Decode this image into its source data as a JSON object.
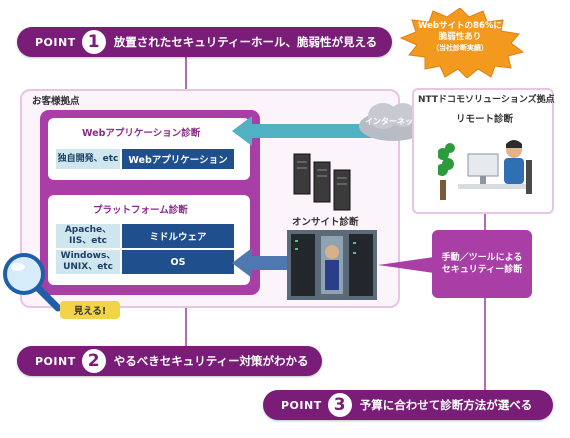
{
  "points": [
    {
      "label": "POINT",
      "number": "1",
      "text": "放置されたセキュリティーホール、脆弱性が見える"
    },
    {
      "label": "POINT",
      "number": "2",
      "text": "やるべきセキュリティー対策がわかる"
    },
    {
      "label": "POINT",
      "number": "3",
      "text": "予算に合わせて診断方法が選べる"
    }
  ],
  "badge": {
    "line1": "Webサイトの86%に",
    "line2": "脆弱性あり",
    "line3": "（当社診断実績）"
  },
  "client": {
    "title": "お客様拠点",
    "web_card": {
      "title": "Webアプリケーション診断",
      "left": "独自開発、etc",
      "right": "Webアプリケーション"
    },
    "platform_card": {
      "title": "プラットフォーム診断",
      "row1_left": "Apache、IIS、etc",
      "row1_right": "ミドルウェア",
      "row2_left": "Windows、UNIX、etc",
      "row2_right": "OS"
    },
    "onsite_label": "オンサイト診断"
  },
  "remote": {
    "title": "NTTドコモソリューションズ拠点",
    "subtitle": "リモート診断"
  },
  "cloud_label": "インターネット",
  "method": {
    "line1": "手動／ツールによる",
    "line2": "セキュリティー診断"
  },
  "mieru_label": "見える!",
  "colors": {
    "purple": "#7a1d78",
    "magenta": "#a83ea6",
    "arrow_teal": "#4fb1c2",
    "arrow_blue": "#4f78b0",
    "badge_orange": "#f39a1e"
  }
}
